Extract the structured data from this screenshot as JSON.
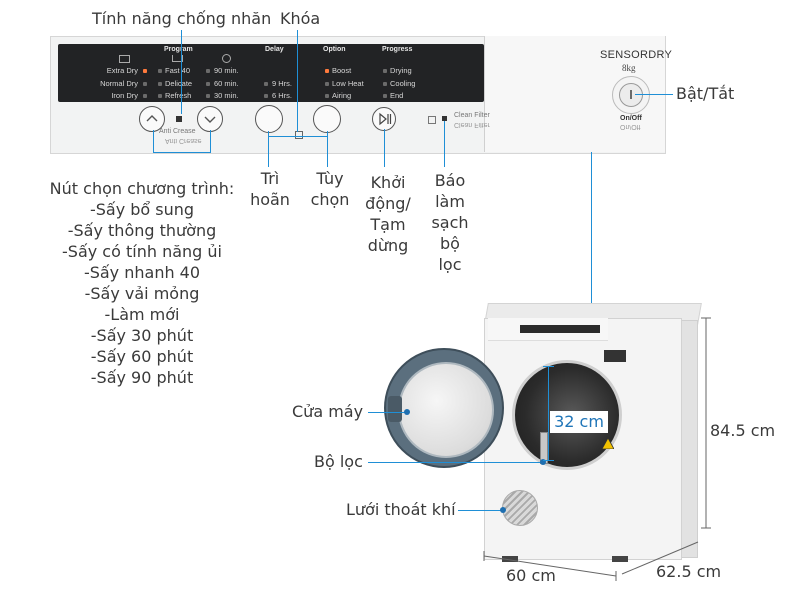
{
  "callouts": {
    "anti_crease_title": "Tính năng chống nhăn",
    "lock_title": "Khóa",
    "power_label": "Bật/Tắt",
    "delay_label": [
      "Trì",
      "hoãn"
    ],
    "option_label": [
      "Tùy",
      "chọn"
    ],
    "start_pause_label": [
      "Khởi",
      "động/",
      "Tạm",
      "dừng"
    ],
    "clean_filter_label": [
      "Báo",
      "làm",
      "sạch",
      "bộ",
      "lọc"
    ],
    "program_list_title": "Nút chọn chương trình:",
    "program_list": [
      "-Sấy bổ sung",
      "-Sấy thông thường",
      "-Sấy có tính năng ủi",
      "-Sấy nhanh 40",
      "-Sấy vải mỏng",
      "-Làm mới",
      "-Sấy 30 phút",
      "-Sấy 60 phút",
      "-Sấy 90 phút"
    ],
    "door_label": "Cửa máy",
    "filter_label": "Bộ lọc",
    "vent_label": "Lưới thoát khí"
  },
  "dimensions": {
    "height": "84.5 cm",
    "width": "60 cm",
    "depth": "62.5 cm",
    "door_opening": "32 cm"
  },
  "panel": {
    "program_header": "Program",
    "delay_header": "Delay",
    "option_header": "Option",
    "progress_header": "Progress",
    "program_col1": [
      "Extra Dry",
      "Normal Dry",
      "Iron Dry"
    ],
    "program_col2": [
      "Fast 40",
      "Delicate",
      "Refresh"
    ],
    "program_col3": [
      "90 min.",
      "60 min.",
      "30 min."
    ],
    "delay_items": [
      "9 Hrs.",
      "6 Hrs."
    ],
    "option_items": [
      "Boost",
      "Low Heat",
      "Airing"
    ],
    "progress_items": [
      "Drying",
      "Cooling",
      "End"
    ],
    "anti_crease": "Anti Crease",
    "clean_filter": "Clean Filter",
    "brand_model": "SENSORDRY",
    "capacity": "8kg",
    "on_off": "On/Off"
  },
  "colors": {
    "callout_line": "#1f8fd6",
    "panel_display": "#222325",
    "indicator_on": "#ff7a3d"
  }
}
